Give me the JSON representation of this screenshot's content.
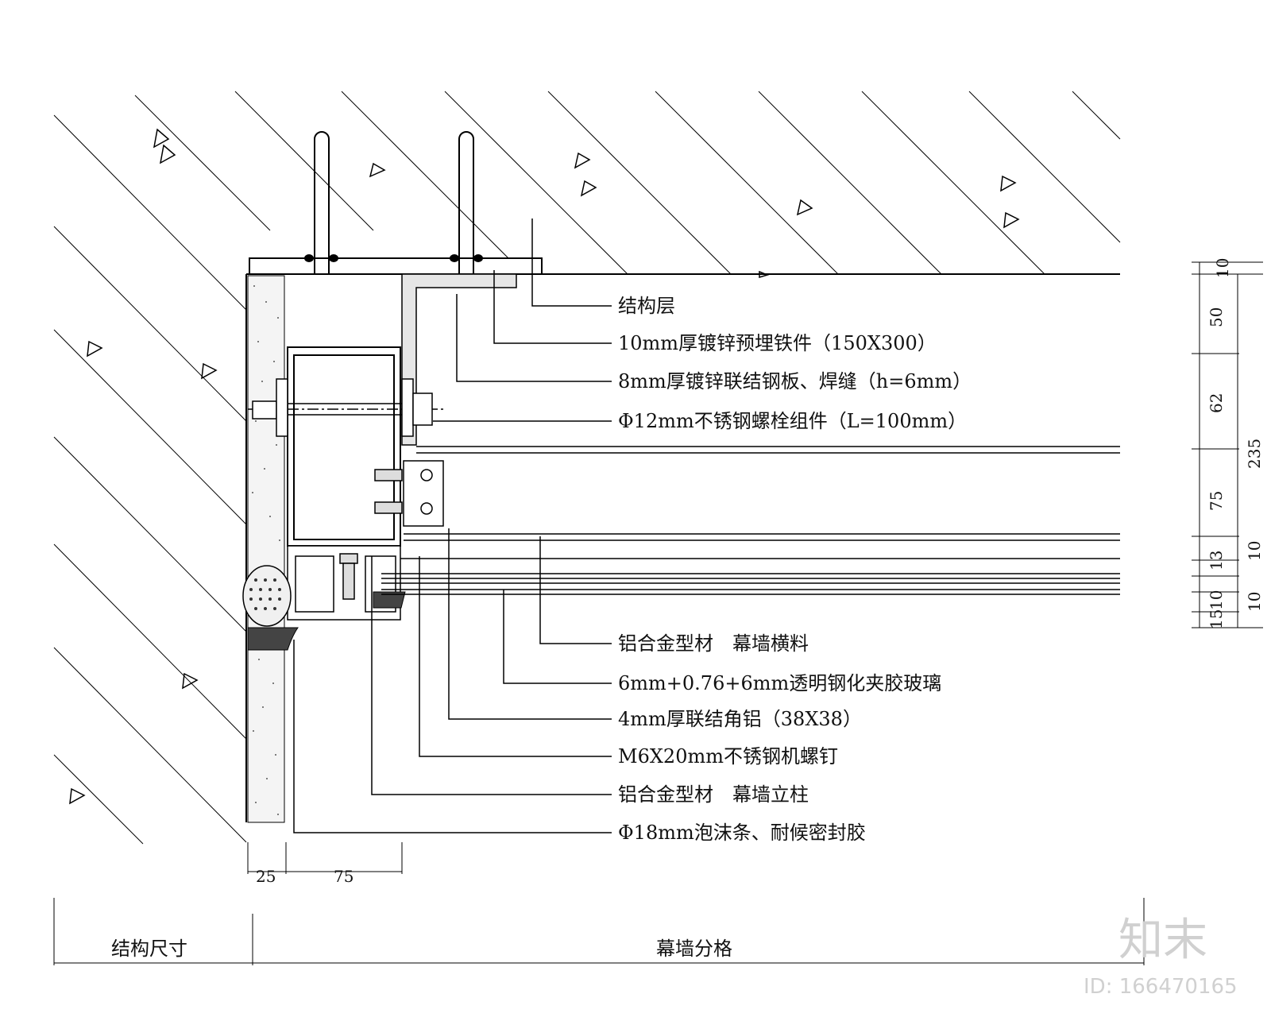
{
  "callouts": [
    "结构层",
    "10mm厚镀锌预埋铁件（150X300）",
    "8mm厚镀锌联结钢板、焊缝（h=6mm）",
    "Φ12mm不锈钢螺栓组件（L=100mm）",
    "铝合金型材　幕墙横料",
    "6mm+0.76+6mm透明钢化夹胶玻璃",
    "4mm厚联结角铝（38X38）",
    "M6X20mm不锈钢机螺钉",
    "铝合金型材　幕墙立柱",
    "Φ18mm泡沫条、耐候密封胶"
  ],
  "right_dims": [
    "10",
    "50",
    "62",
    "75",
    "235",
    "13",
    "10",
    "10",
    "10",
    "15"
  ],
  "bottom_dims": [
    "25",
    "75"
  ],
  "footer": {
    "left": "结构尺寸",
    "right": "幕墙分格"
  },
  "watermark": {
    "logo": "知末",
    "id": "ID: 166470165"
  }
}
